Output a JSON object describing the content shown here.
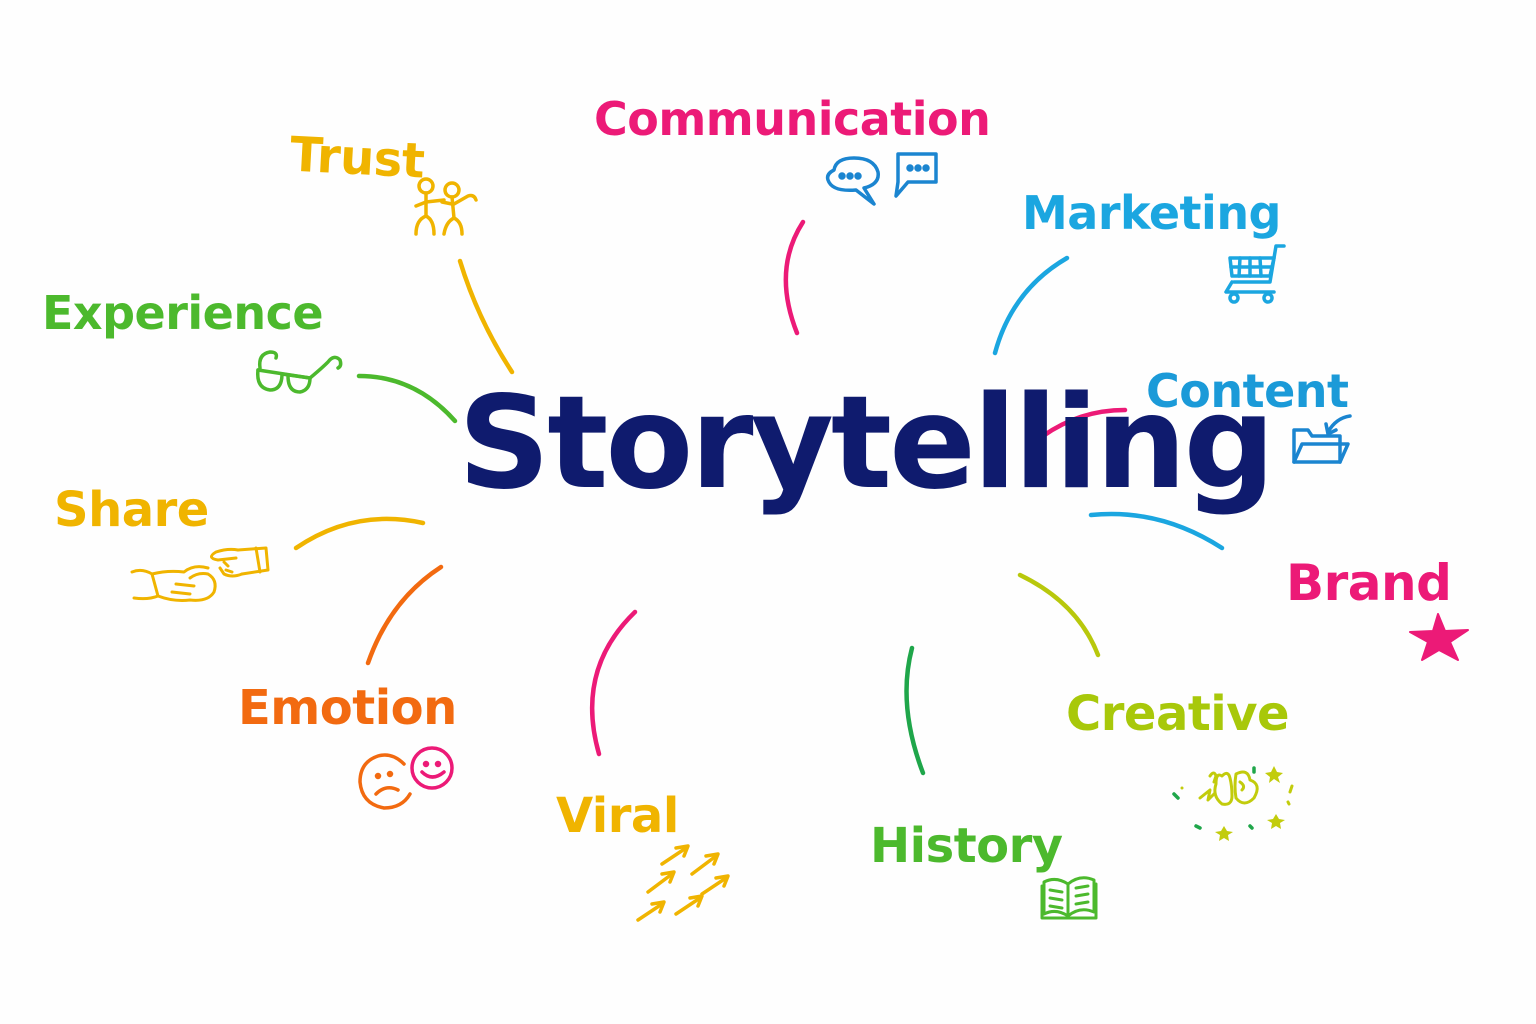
{
  "diagram": {
    "type": "mind-map",
    "center": {
      "label": "Storytelling",
      "color": "#0f1b6e"
    },
    "nodes": [
      {
        "id": "communication",
        "label": "Communication",
        "color": "#ec1a77",
        "icon": "speech-bubbles-icon",
        "icon_color": "#1b85d0",
        "connector_color": "#ec1a77"
      },
      {
        "id": "marketing",
        "label": "Marketing",
        "color": "#1ba6e0",
        "icon": "shopping-cart-icon",
        "icon_color": "#1ba6e0",
        "connector_color": "#1ba6e0"
      },
      {
        "id": "content",
        "label": "Content",
        "color": "#1b9ad8",
        "icon": "folder-arrow-icon",
        "icon_color": "#1b85d0",
        "connector_color": "#ec1a77"
      },
      {
        "id": "brand",
        "label": "Brand",
        "color": "#ec1a77",
        "icon": "star-icon",
        "icon_color": "#ec1a77",
        "connector_color": "#1ba6e0"
      },
      {
        "id": "creative",
        "label": "Creative",
        "color": "#a8c80a",
        "icon": "brain-sparkle-icon",
        "icon_color": "#c2cc0c",
        "connector_color": "#b8c80c"
      },
      {
        "id": "history",
        "label": "History",
        "color": "#4cb92d",
        "icon": "open-book-icon",
        "icon_color": "#4cb92d",
        "connector_color": "#1fa64a"
      },
      {
        "id": "viral",
        "label": "Viral",
        "color": "#f0b400",
        "icon": "arrows-up-right-icon",
        "icon_color": "#f0b400",
        "connector_color": "#ec1a77"
      },
      {
        "id": "emotion",
        "label": "Emotion",
        "color": "#f26a10",
        "icon": "sad-happy-faces-icon",
        "icon_color": "#f26a10",
        "connector_color": "#f26a10"
      },
      {
        "id": "share",
        "label": "Share",
        "color": "#f0b400",
        "icon": "handshake-icon",
        "icon_color": "#f0b400",
        "connector_color": "#f0b400"
      },
      {
        "id": "experience",
        "label": "Experience",
        "color": "#4cb92d",
        "icon": "glasses-icon",
        "icon_color": "#4cb92d",
        "connector_color": "#4cb92d"
      },
      {
        "id": "trust",
        "label": "Trust",
        "color": "#f0b400",
        "icon": "two-people-icon",
        "icon_color": "#f0b400",
        "connector_color": "#f0b400"
      }
    ]
  }
}
